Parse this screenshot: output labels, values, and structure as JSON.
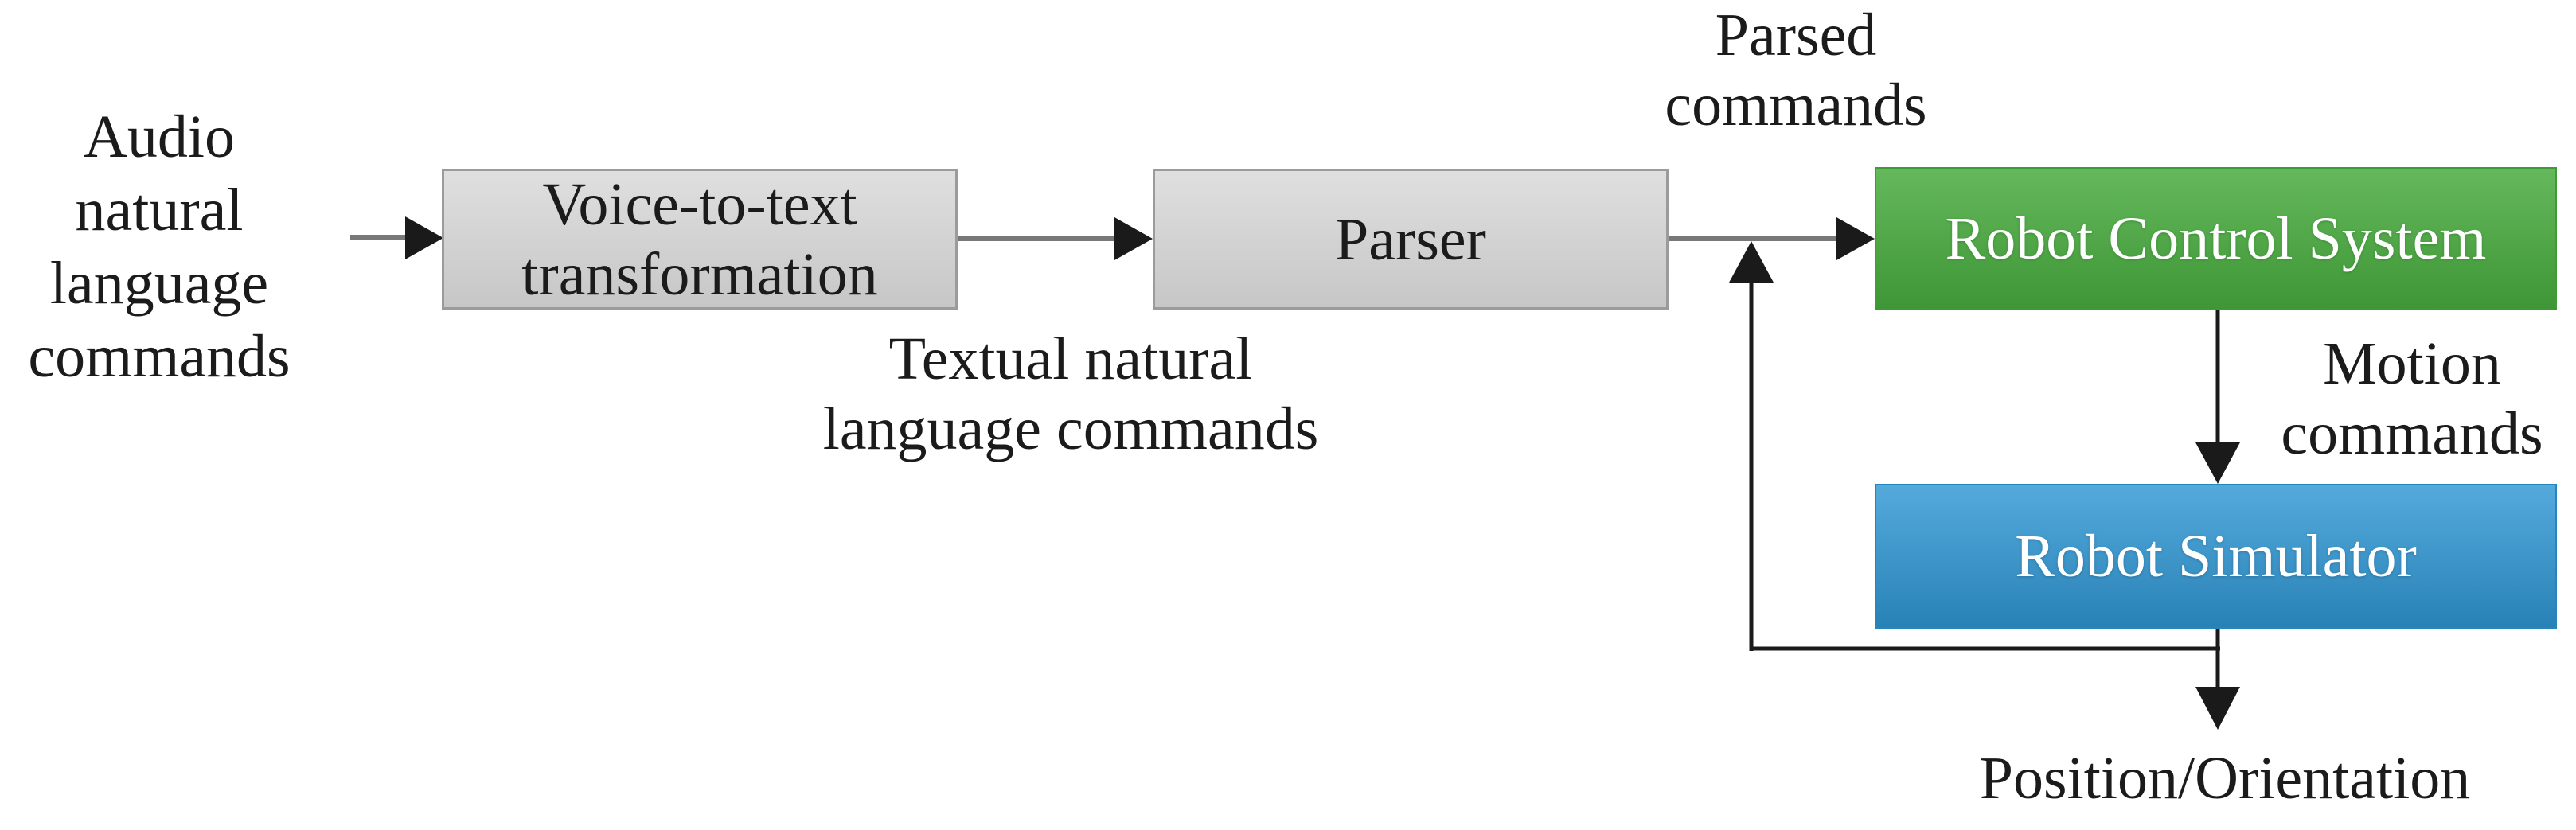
{
  "diagram": {
    "audio_label": "Audio\nnatural\nlanguage\ncommands",
    "voice_box_label": "Voice-to-text\ntransformation",
    "textual_label": "Textual natural\nlanguage commands",
    "parser_box_label": "Parser",
    "parsed_label": "Parsed\ncommands",
    "control_box_label": "Robot Control System",
    "motion_label": "Motion\ncommands",
    "simulator_box_label": "Robot Simulator",
    "position_label": "Position/Orientation"
  },
  "colors": {
    "box_gray": "#d3d3d3",
    "box_green": "#47ab3d",
    "box_blue": "#2f97d4",
    "arrow_gray": "#787878",
    "line_black": "#1a1a1a",
    "text_black": "#1b1b1b",
    "text_white": "#ffffff"
  }
}
